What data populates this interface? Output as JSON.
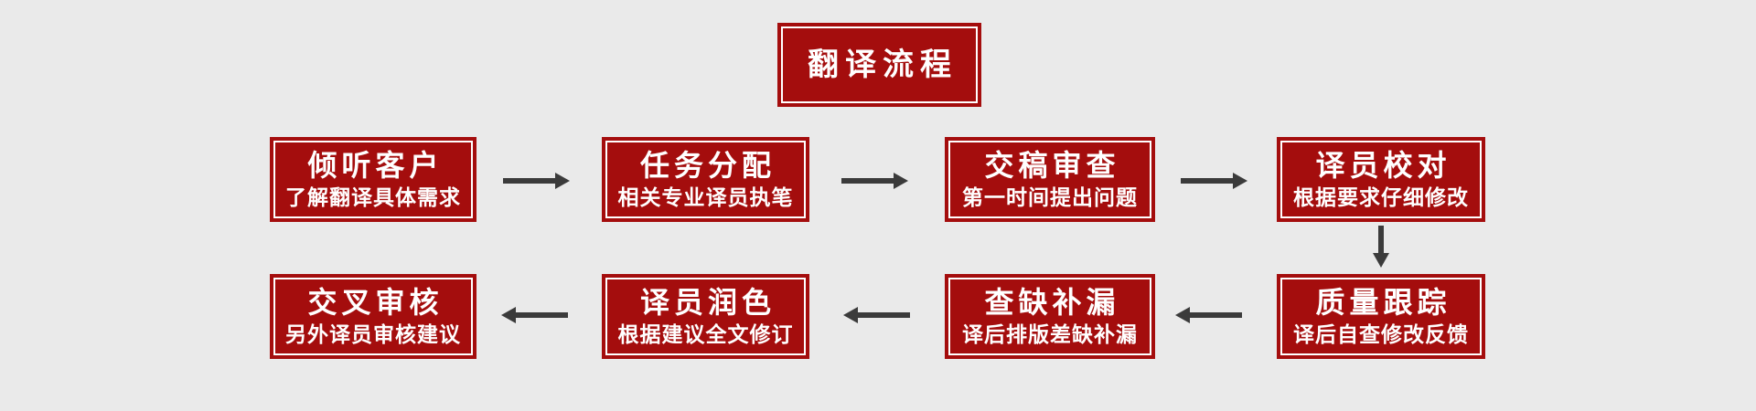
{
  "page": {
    "background_color": "#EAEAEA"
  },
  "palette": {
    "box_fill": "#A40D0D",
    "box_inner_line": "#FFFFFF",
    "text_color": "#FFFFFF",
    "arrow_color": "#3B3B3B"
  },
  "title": {
    "label": "翻译流程"
  },
  "flow": {
    "rows": [
      {
        "direction": "left-to-right",
        "steps": [
          {
            "title": "倾听客户",
            "subtitle": "了解翻译具体需求"
          },
          {
            "title": "任务分配",
            "subtitle": "相关专业译员执笔"
          },
          {
            "title": "交稿审查",
            "subtitle": "第一时间提出问题"
          },
          {
            "title": "译员校对",
            "subtitle": "根据要求仔细修改"
          }
        ]
      },
      {
        "direction": "right-to-left",
        "steps": [
          {
            "title": "交叉审核",
            "subtitle": "另外译员审核建议"
          },
          {
            "title": "译员润色",
            "subtitle": "根据建议全文修订"
          },
          {
            "title": "查缺补漏",
            "subtitle": "译后排版差缺补漏"
          },
          {
            "title": "质量跟踪",
            "subtitle": "译后自查修改反馈"
          }
        ]
      }
    ]
  }
}
